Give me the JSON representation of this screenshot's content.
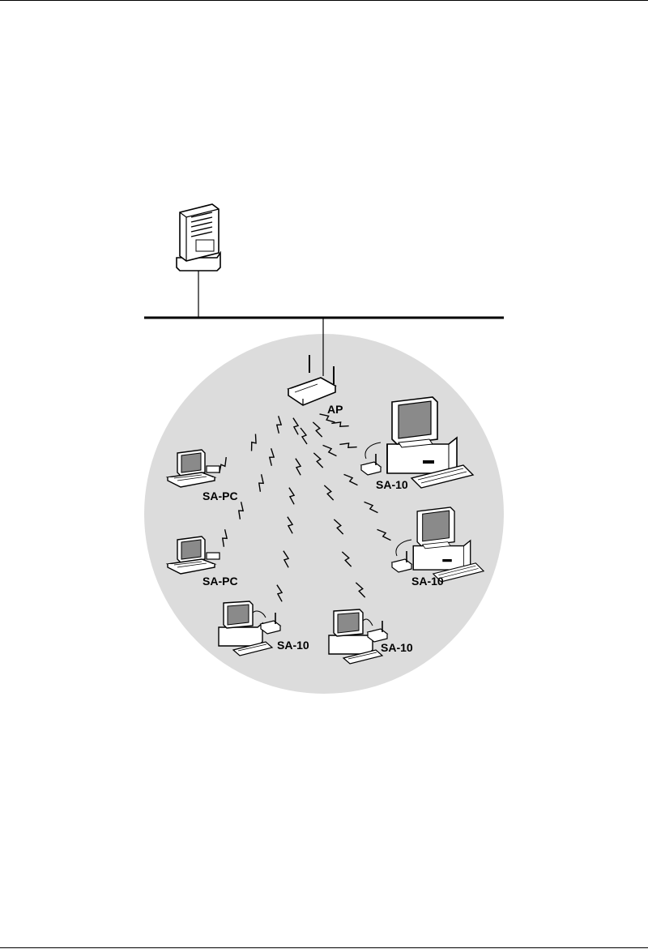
{
  "diagram": {
    "ap_label": "AP",
    "nodes": [
      {
        "id": "laptop-1",
        "label": "SA-PC"
      },
      {
        "id": "laptop-2",
        "label": "SA-PC"
      },
      {
        "id": "pc-right-top",
        "label": "SA-10"
      },
      {
        "id": "pc-right-mid",
        "label": "SA-10"
      },
      {
        "id": "pc-bottom-left",
        "label": "SA-10"
      },
      {
        "id": "pc-bottom-right",
        "label": "SA-10"
      }
    ]
  },
  "colors": {
    "coverage_fill": "#dcdcdc",
    "line": "#000000",
    "screen": "#808080",
    "device_body": "#ffffff"
  }
}
